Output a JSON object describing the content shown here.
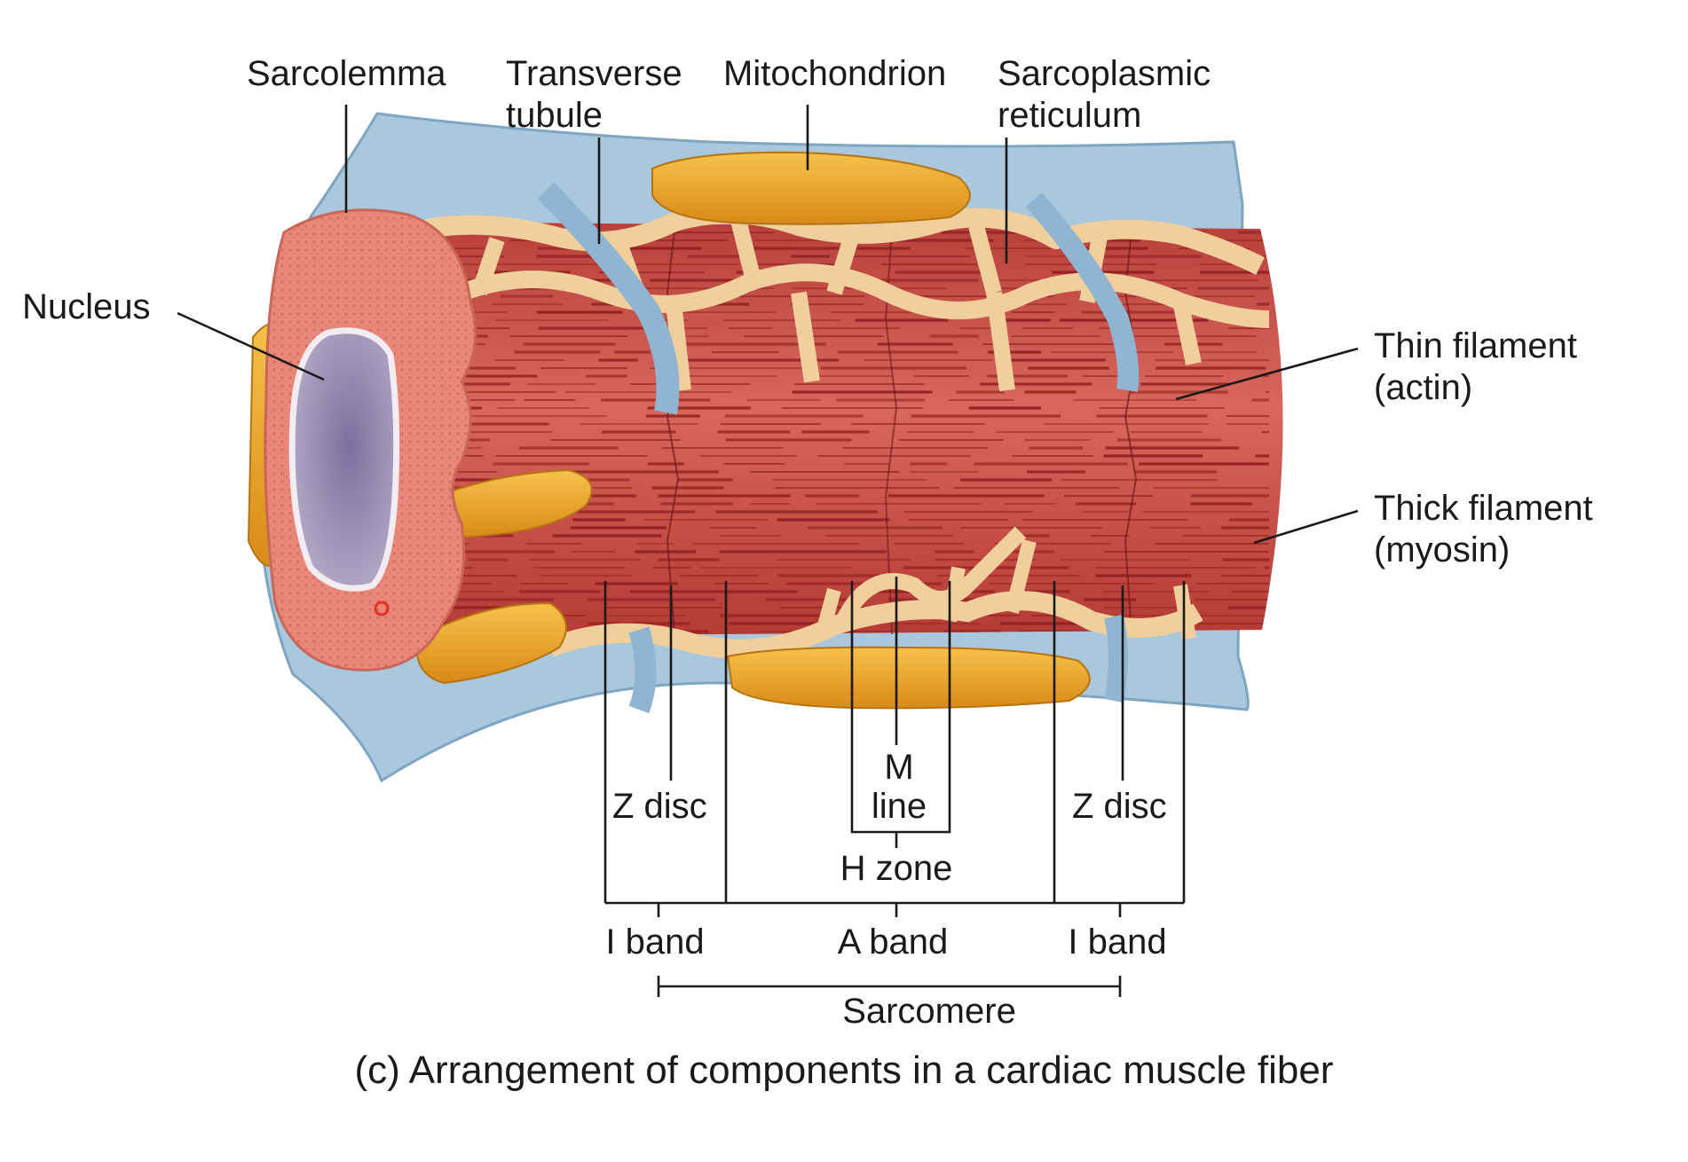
{
  "labels": {
    "sarcolemma": "Sarcolemma",
    "transverse_tubule": [
      "Transverse",
      "tubule"
    ],
    "mitochondrion": "Mitochondrion",
    "sarcoplasmic_reticulum": [
      "Sarcoplasmic",
      "reticulum"
    ],
    "nucleus": "Nucleus",
    "thin_filament": [
      "Thin filament",
      "(actin)"
    ],
    "thick_filament": [
      "Thick filament",
      "(myosin)"
    ],
    "z_disc_left": "Z disc",
    "m_line": [
      "M",
      "line"
    ],
    "z_disc_right": "Z disc",
    "h_zone": "H zone",
    "i_band_left": "I band",
    "a_band": "A band",
    "i_band_right": "I band",
    "sarcomere": "Sarcomere"
  },
  "caption": "(c) Arrangement of components in a cardiac muscle fiber",
  "colors": {
    "sarcolemma": "#a9c7dd",
    "myofibril": "#c9504a",
    "myofibril_stripe": "#8e1f1f",
    "mitochondrion": "#e9a829",
    "reticulum": "#f1cf9c",
    "nucleus": "#9b8fb3",
    "cytoplasm": "#e9877a"
  }
}
